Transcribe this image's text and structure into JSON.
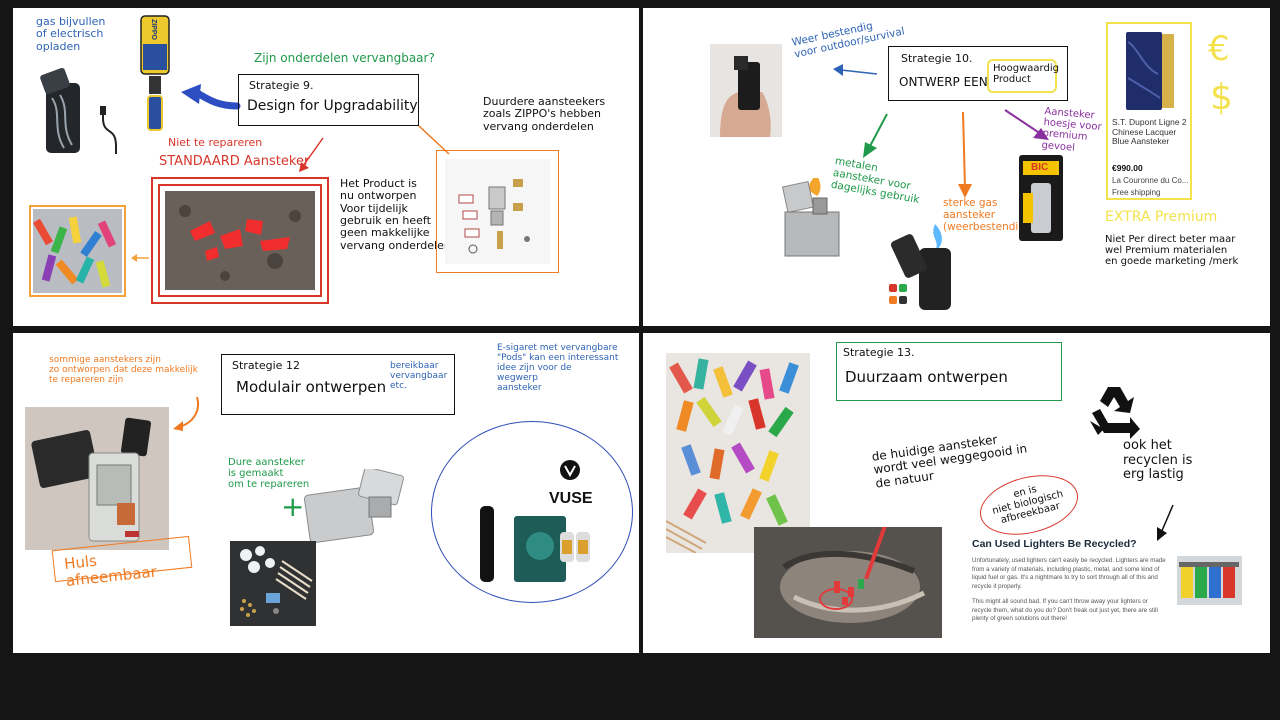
{
  "colors": {
    "green": "#1f9a4a",
    "blue": "#2e63b5",
    "red": "#d9362b",
    "orange": "#f07a22",
    "purple": "#8a2f9e",
    "yellow": "#f3e24b",
    "black": "#111111"
  },
  "panel1": {
    "note_gas": "gas bijvullen\nof electrisch\nopladen",
    "cartridge_label": "ZIPPO",
    "question": "Zijn onderdelen vervangbaar?",
    "strategy_num": "Strategie 9.",
    "strategy_title": "Design for Upgradability",
    "not_repairable": "Niet te repareren",
    "standard_lighter": "STANDAARD Aansteker",
    "product_note": "Het Product is\nnu ontworpen\nVoor tijdelijk\ngebruik en heeft\ngeen makkelijke\nvervang onderdelen",
    "expensive_note": "Duurdere aansteekers\nzoals ZIPPO's hebben\nvervang onderdelen"
  },
  "panel2": {
    "strategy_num": "Strategie 10.",
    "strategy_title": "ONTWERP EEN",
    "quality_label": "Hoogwaardig\nProduct",
    "weather_note": "Weer bestendig\nvoor outdoor/survival",
    "metal_note": "metalen\naansteker voor\ndagelijks gebruik",
    "gas_note": "sterke gas\naansteker\n(weerbestendig)",
    "premium_note": "Aansteker\nhoesje voor\npremium\ngevoel",
    "card_name": "S.T. Dupont Ligne 2\nChinese Lacquer\nBlue Aansteker",
    "card_price": "€990.00",
    "card_shop": "La Couronne du Co...",
    "card_shipping": "Free shipping",
    "extra_premium": "EXTRA Premium",
    "extra_note": "Niet Per direct beter maar\nwel Premium materialen\nen goede marketing /merk",
    "currency_euro": "€",
    "currency_dollar": "$",
    "bic_label": "BIC"
  },
  "panel3": {
    "some_lighters": "sommige aanstekers zijn\nzo ontworpen dat deze makkelijk\nte repareren zijn",
    "strategy_num": "Strategie 12",
    "strategy_title": "Modulair ontwerpen",
    "modular_note": "bereikbaar\nvervangbaar\netc.",
    "ecig_note": "E-sigaret met vervangbare\n\"Pods\" kan een interessant\nidee zijn voor de\nwegwerp\naansteker",
    "expensive_note": "Dure aansteker\nis gemaakt\nom te repareren",
    "housing_note": "Huls afneembaar",
    "plus": "+",
    "brand": "VUSE"
  },
  "panel4": {
    "strategy_num": "Strategie 13.",
    "strategy_title": "Duurzaam ontwerpen",
    "nature_note": "de huidige aansteker\nwordt veel weggegooid in\nde natuur",
    "circle_note": "en is\nniet biologisch\nafbreekbaar",
    "recycle_note": "ook het\nrecyclen is\nerg lastig",
    "article_title": "Can Used Lighters Be Recycled?",
    "article_p1": "Unfortunately, used lighters can't easily be recycled. Lighters are made from a variety of materials, including plastic, metal, and some kind of liquid fuel or gas. It's a nightmare to try to sort through all of this and recycle it properly.",
    "article_p2": "This might all sound bad. If you can't throw away your lighters or recycle them, what do you do? Don't freak out just yet, there are still plenty of green solutions out there!"
  }
}
